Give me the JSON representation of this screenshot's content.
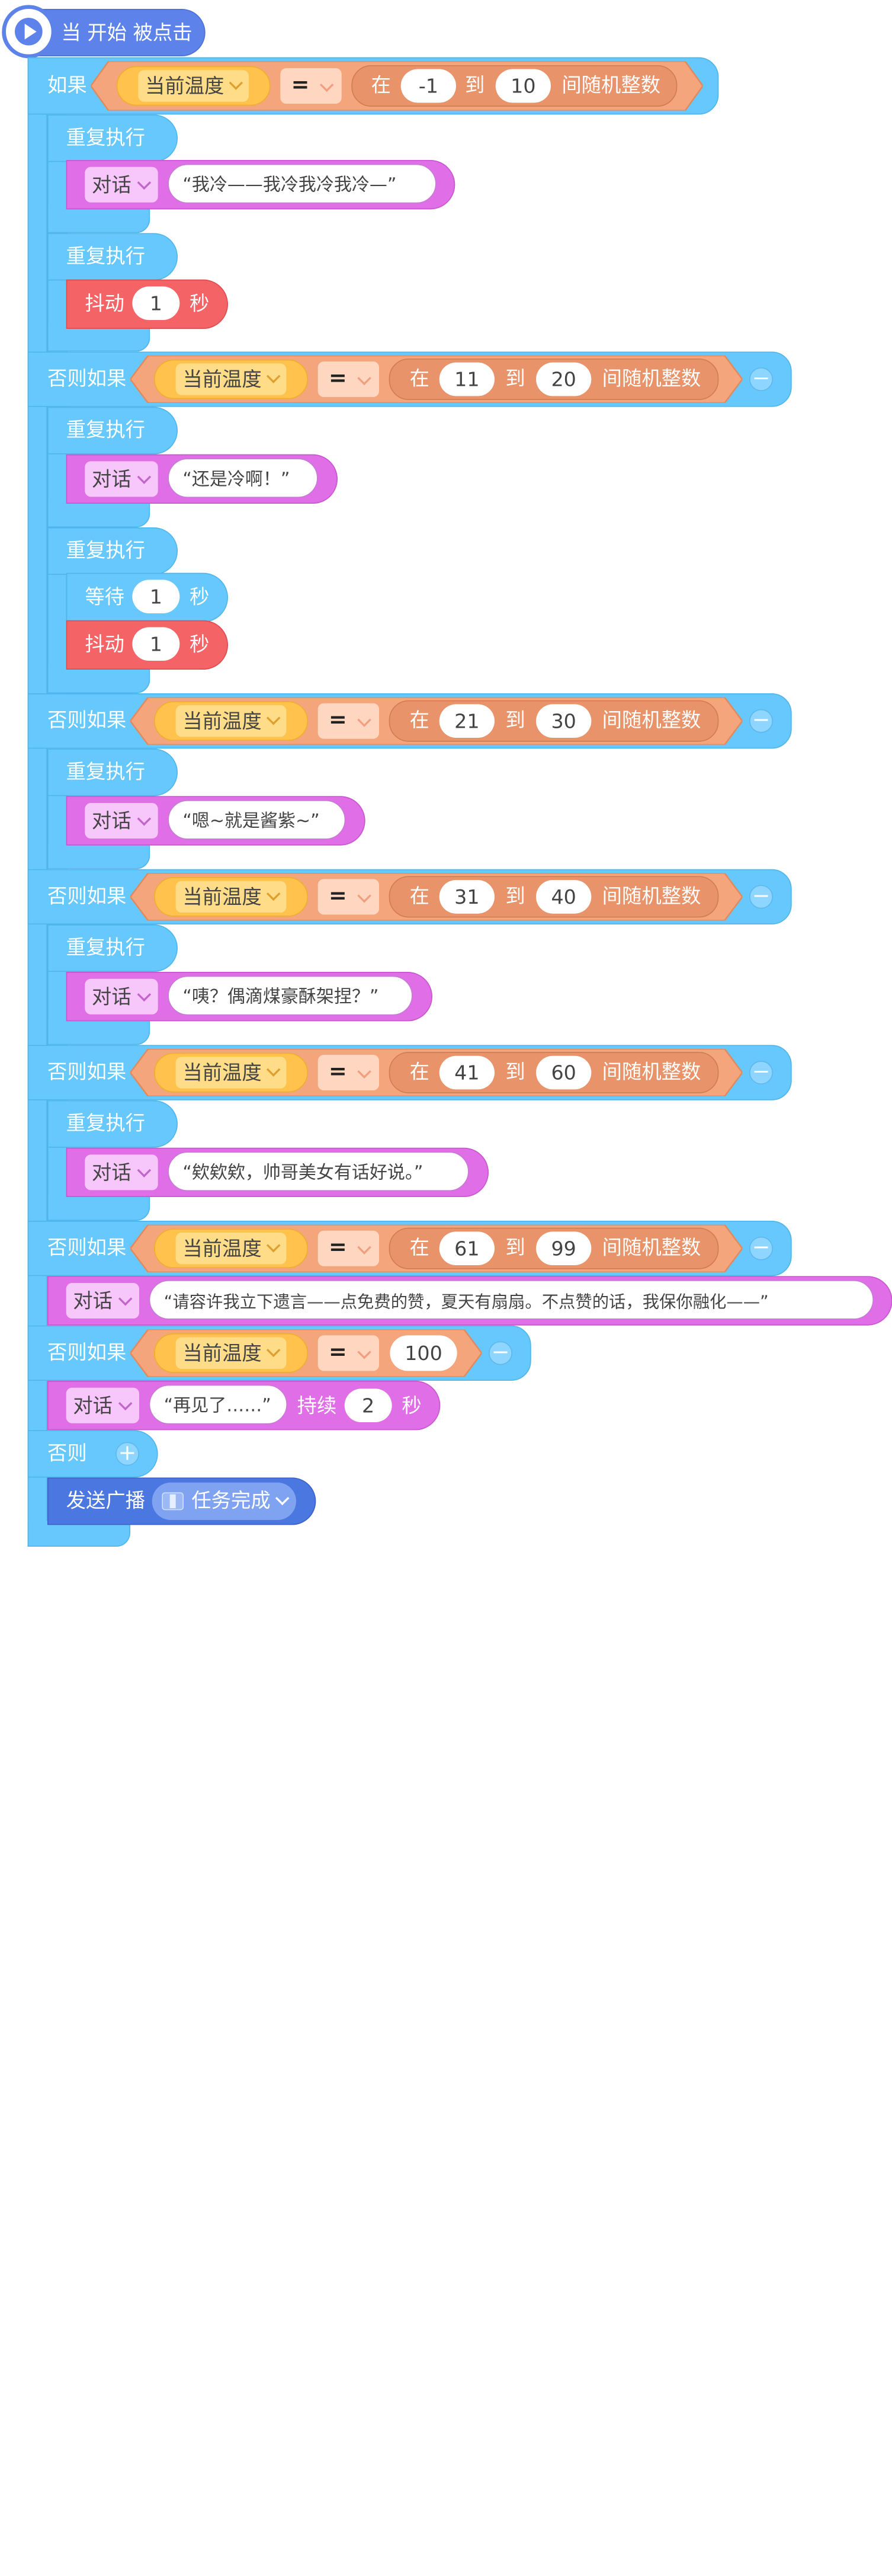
{
  "event": {
    "label": "当 开始 被点击",
    "icon": "play-icon"
  },
  "labels": {
    "if": "如果",
    "elseif": "否则如果",
    "else": "否则",
    "repeat": "重复执行",
    "say": "对话",
    "shake": "抖动",
    "wait": "等待",
    "sec": "秒",
    "lasting": "持续",
    "broadcast": "发送广播",
    "var": "当前温度",
    "eq": "=",
    "at": "在",
    "to": "到",
    "randint": "间随机整数"
  },
  "conditions": [
    {
      "from": "-1",
      "to": "10"
    },
    {
      "from": "11",
      "to": "20"
    },
    {
      "from": "21",
      "to": "30"
    },
    {
      "from": "31",
      "to": "40"
    },
    {
      "from": "41",
      "to": "60"
    },
    {
      "from": "61",
      "to": "99"
    }
  ],
  "last_value": "100",
  "dialogs": {
    "d1": "“我冷——我冷我冷我冷—”",
    "d2": "“还是冷啊！”",
    "d3": "“嗯~就是酱紫~”",
    "d4": "“咦？偶滴煤豪酥架捏？”",
    "d5": "“欸欸欸，帅哥美女有话好说。”",
    "d6": "“请容许我立下遗言——点免费的赞，夏天有扇扇。不点赞的话，我保你融化——”",
    "d7": "“再见了……”"
  },
  "nums": {
    "shake1": "1",
    "wait1": "1",
    "shake2": "1",
    "duration": "2"
  },
  "broadcast_msg": "任务完成",
  "colors": {
    "control": "#66c8fc",
    "event": "#5d83ea",
    "operator": "#f4a57c",
    "variable": "#ffc34d",
    "dialog": "#e06ee6",
    "motion": "#f46467",
    "broadcast": "#4b77e0"
  }
}
